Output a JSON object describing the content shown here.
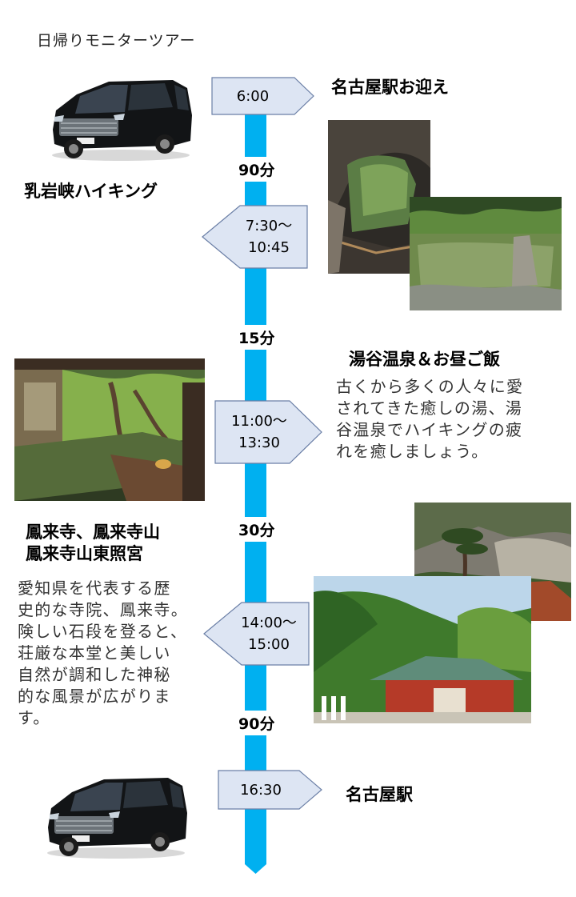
{
  "page_title": "日帰りモニターツアー",
  "stops": [
    {
      "time": "6:00",
      "label": "名古屋駅お迎え"
    },
    {
      "time_line1": "7:30～",
      "time_line2": "10:45",
      "label": "乳岩峡ハイキング"
    },
    {
      "time_line1": "11:00～",
      "time_line2": "13:30",
      "label": "湯谷温泉＆お昼ご飯",
      "desc": [
        "古くから多くの人々に愛",
        "されてきた癒しの湯、湯",
        "谷温泉でハイキングの疲",
        "れを癒しましょう。"
      ]
    },
    {
      "time_line1": "14:00～",
      "time_line2": "15:00",
      "label_line1": "鳳来寺、鳳来寺山",
      "label_line2": "鳳来寺山東照宮",
      "desc": [
        "愛知県を代表する歴",
        "史的な寺院、鳳来寺。",
        "険しい石段を登ると、",
        "荘厳な本堂と美しい",
        "自然が調和した神秘",
        "的な風景が広がりま",
        "す。"
      ]
    },
    {
      "time": "16:30",
      "label": "名古屋駅"
    }
  ],
  "durations": [
    "90分",
    "15分",
    "30分",
    "90分"
  ],
  "colors": {
    "timeline": "#00b0f0",
    "tag_fill": "#dde5f3",
    "tag_border": "#6b7fa6"
  },
  "icons": [
    "van-icon",
    "cave-photo",
    "gorge-pool-photo",
    "onsen-photo",
    "cliff-pine-photo",
    "temple-photo"
  ]
}
